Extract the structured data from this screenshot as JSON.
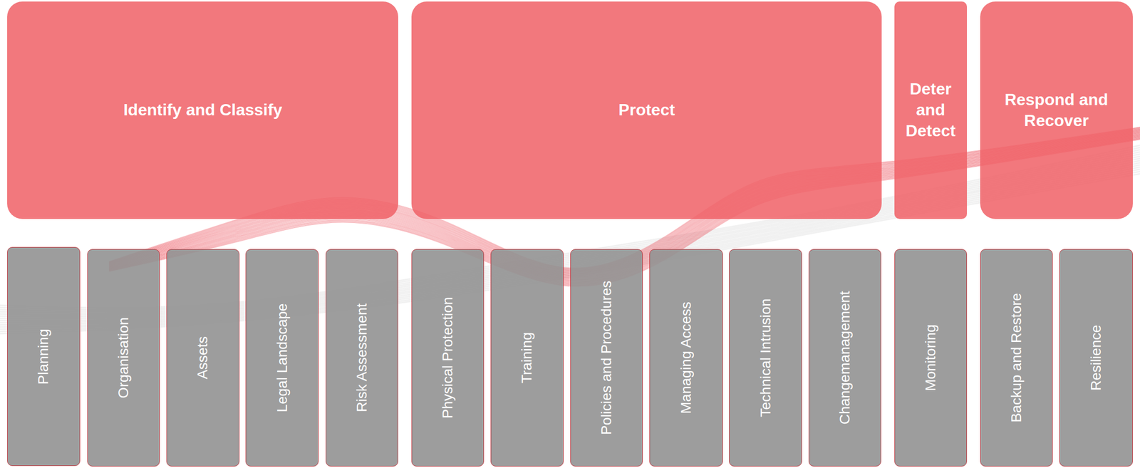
{
  "diagram": {
    "nodes": [
      {
        "text": [
          "Identify and Classify"
        ]
      },
      {
        "text": [
          "Protect"
        ]
      },
      {
        "text": [
          "Deter and Detect"
        ]
      },
      {
        "text": [
          "Respond and Recover"
        ]
      },
      {
        "text": [
          "Planning"
        ]
      },
      {
        "text": [
          "Organisation"
        ]
      },
      {
        "text": [
          "Assets"
        ]
      },
      {
        "text": [
          "Legal Landscape"
        ]
      },
      {
        "text": [
          "Risk Assessment"
        ]
      },
      {
        "text": [
          "Physical Protection"
        ]
      },
      {
        "text": [
          "Training"
        ]
      },
      {
        "text": [
          "Policies and Procedures"
        ]
      },
      {
        "text": [
          "Managing Access"
        ]
      },
      {
        "text": [
          "Technical Intrusion"
        ]
      },
      {
        "text": [
          "Changemanagement"
        ]
      },
      {
        "text": [
          "Monitoring"
        ]
      },
      {
        "text": [
          "Backup and Restore"
        ]
      },
      {
        "text": [
          "Resilience"
        ]
      }
    ]
  }
}
